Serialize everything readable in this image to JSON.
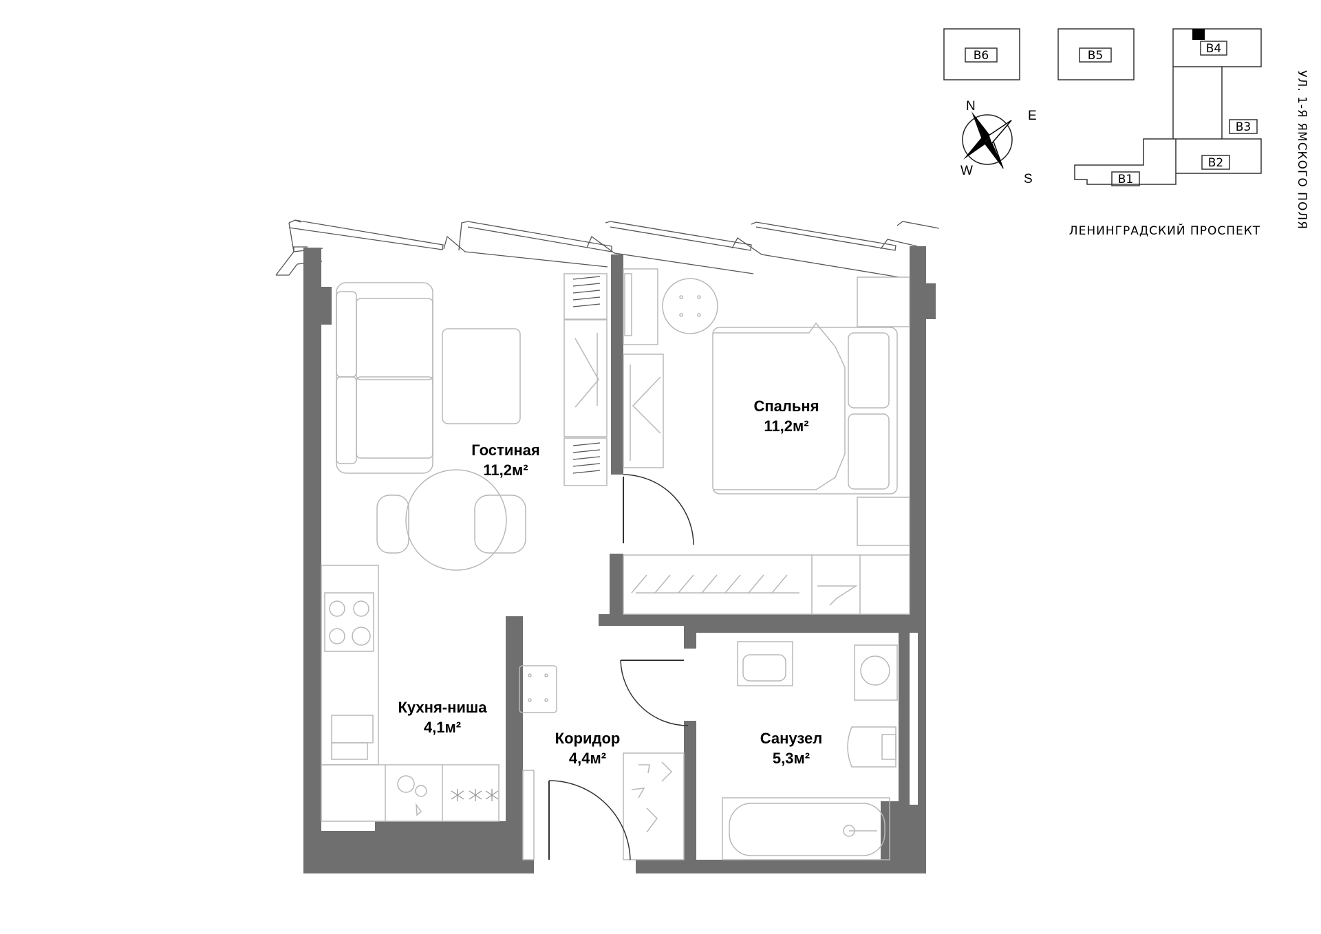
{
  "rooms": [
    {
      "id": "living",
      "name": "Гостиная",
      "area": "11,2м²"
    },
    {
      "id": "bedroom",
      "name": "Спальня",
      "area": "11,2м²"
    },
    {
      "id": "kitchen",
      "name": "Кухня-ниша",
      "area": "4,1м²"
    },
    {
      "id": "corridor",
      "name": "Коридор",
      "area": "4,4м²"
    },
    {
      "id": "bathroom",
      "name": "Санузел",
      "area": "5,3м²"
    }
  ],
  "key_plan": {
    "buildings": [
      "В6",
      "В5",
      "В4",
      "В3",
      "В2",
      "В1"
    ],
    "streets": [
      "ЛЕНИНГРАДСКИЙ ПРОСПЕКТ",
      "УЛ. 1-Я ЯМСКОГО ПОЛЯ"
    ]
  },
  "compass": {
    "n": "N",
    "e": "E",
    "s": "S",
    "w": "W"
  },
  "colors": {
    "wall": "#6f6f6f",
    "furniture": "#b8b8b8",
    "marker": "#000000"
  }
}
